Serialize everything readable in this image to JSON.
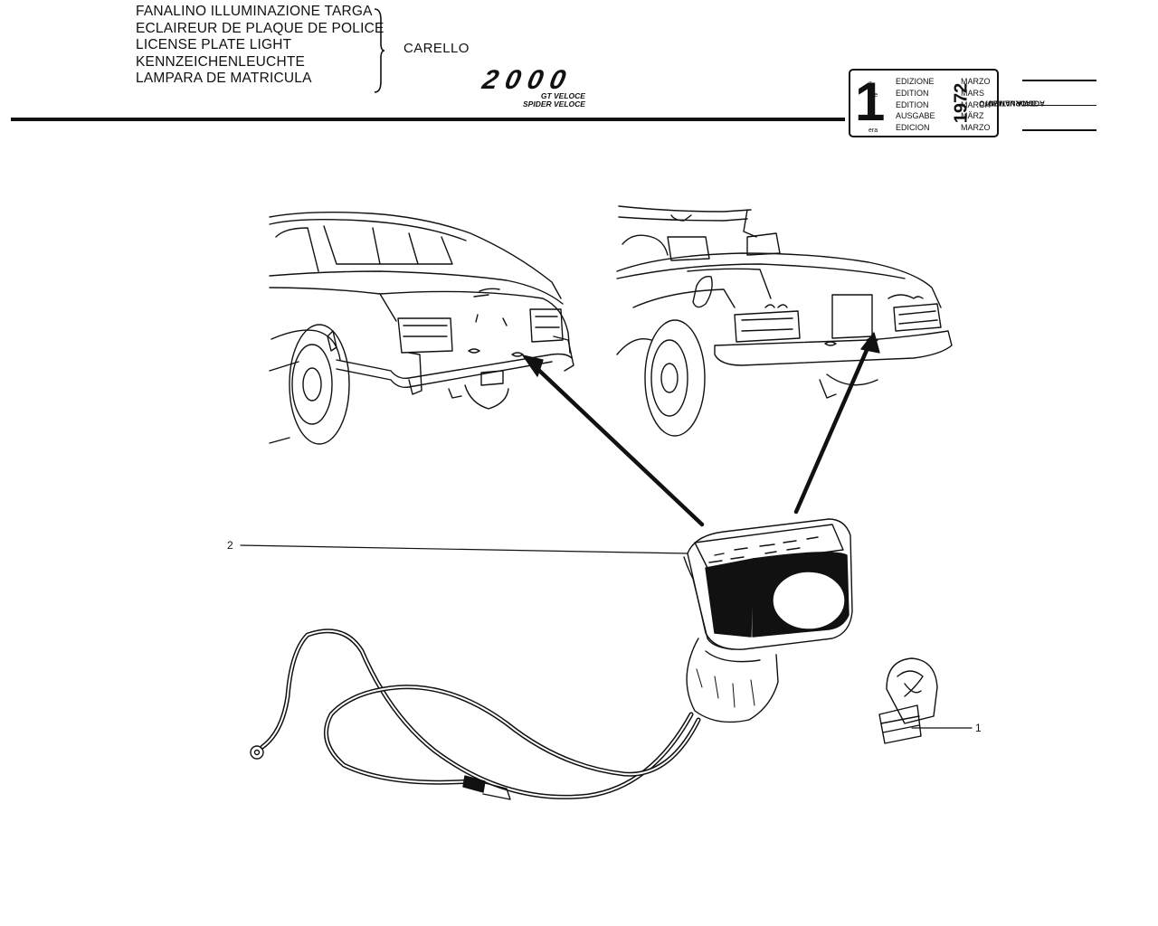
{
  "header": {
    "titles": [
      "FANALINO ILLUMINAZIONE TARGA",
      "ECLAIREUR DE PLAQUE DE POLICE",
      "LICENSE PLATE LIGHT",
      "KENNZEICHENLEUCHTE",
      "LAMPARA DE MATRICULA"
    ],
    "manufacturer": "CARELLO",
    "model_logo": "2000",
    "model_variants": [
      "GT VELOCE",
      "SPIDER VELOCE"
    ]
  },
  "edition": {
    "number": "1",
    "superscripts": [
      "a",
      "ère",
      "st",
      ".",
      "era"
    ],
    "labels": [
      "EDIZIONE",
      "EDITION",
      "EDITION",
      "AUSGABE",
      "EDICION"
    ],
    "year": "1972",
    "months": [
      "MARZO",
      "MARS",
      "MARCH",
      "MÄRZ",
      "MARZO"
    ]
  },
  "update_label": [
    "DATA ULTIMO",
    "AGGIORNAMENTO"
  ],
  "callouts": [
    "2",
    "1"
  ],
  "colors": {
    "ink": "#111111",
    "paper": "#ffffff"
  }
}
